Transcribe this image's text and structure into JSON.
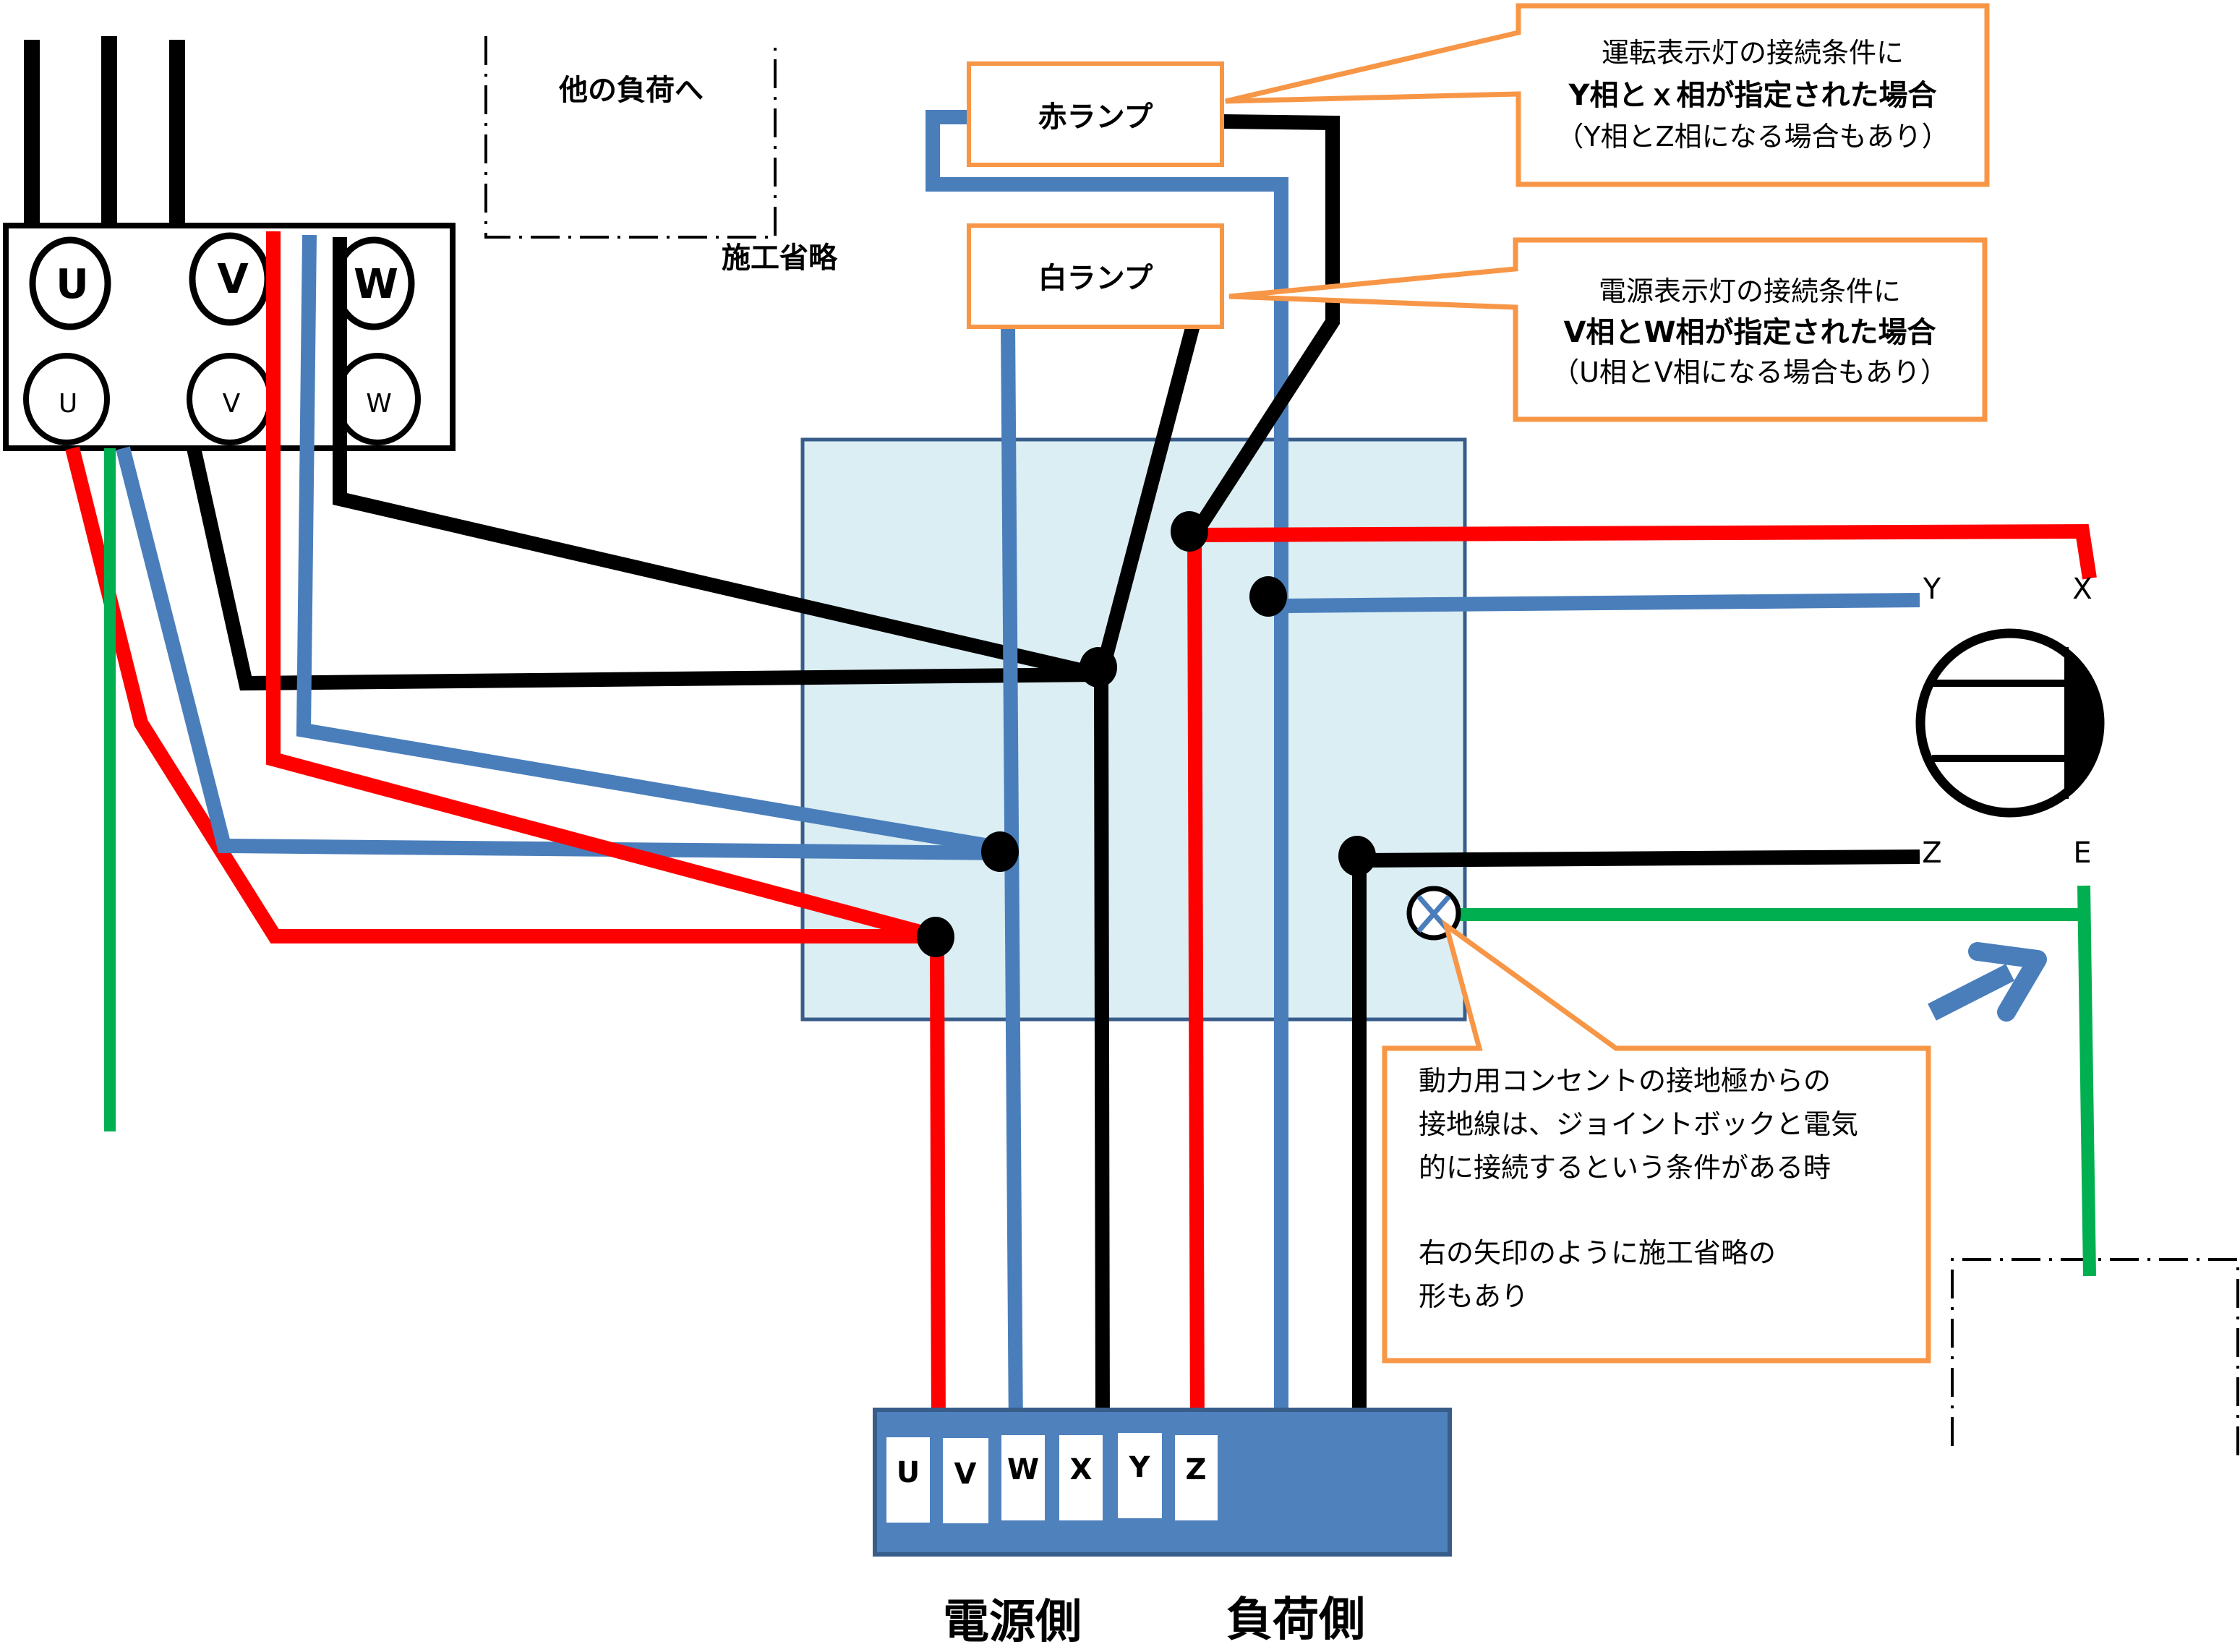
{
  "breaker": {
    "top_terminals": [
      "U",
      "V",
      "W"
    ],
    "bottom_terminals": [
      "U",
      "V",
      "W"
    ]
  },
  "other_loads_label": "他の負荷へ",
  "construction_omitted_label": "施工省略",
  "lamps": {
    "red_lamp": "赤ランプ",
    "white_lamp": "白ランプ"
  },
  "callouts": {
    "operation_lamp": {
      "line1": "運転表示灯の接続条件に",
      "line2": "Y相とｘ相が指定された場合",
      "line3": "（Y相とZ相になる場合もあり）"
    },
    "power_lamp": {
      "line1": "電源表示灯の接続条件に",
      "line2": "V相とW相が指定された場合",
      "line3": "（U相とV相になる場合もあり）"
    },
    "ground_note": {
      "lines": [
        "動力用コンセントの接地極からの",
        "接地線は、ジョイントボックと電気",
        "的に接続するという条件がある時",
        "",
        "右の矢印のように施工省略の",
        "形もあり"
      ]
    }
  },
  "motor_terminals": {
    "x": "X",
    "y": "Y",
    "z": "Z",
    "e": "E"
  },
  "terminal_block": {
    "terminals": [
      "U",
      "V",
      "W",
      "X",
      "Y",
      "Z"
    ],
    "source_side_label": "電源側",
    "load_side_label": "負荷側"
  },
  "colors": {
    "wire_red": "#ff0000",
    "wire_blue": "#4a7ebb",
    "wire_black": "#000000",
    "wire_green": "#00b050",
    "junction_box_fill": "#dbeef4",
    "junction_box_border": "#385d8a",
    "callout_border": "#f79646",
    "terminal_block_fill": "#4f81bd"
  }
}
